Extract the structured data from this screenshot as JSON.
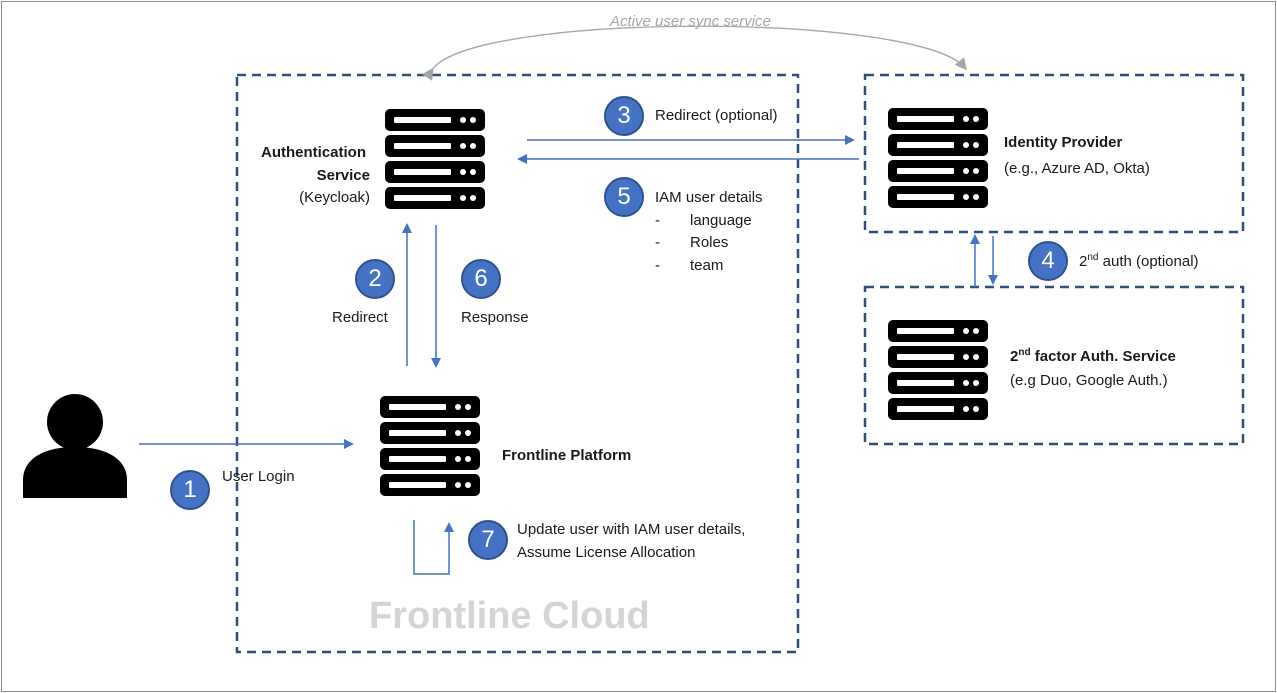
{
  "sync_label": "Active user sync service",
  "cloud_label": "Frontline Cloud",
  "auth_service": {
    "line1": "Authentication",
    "line2": "Service",
    "line3": "(Keycloak)"
  },
  "identity_provider": {
    "title": "Identity Provider",
    "subtitle": "(e.g., Azure AD, Okta)"
  },
  "second_factor": {
    "title_num": "2",
    "title_sup": "nd",
    "title_rest": " factor Auth. Service",
    "subtitle": "(e.g Duo, Google Auth.)"
  },
  "frontline_platform": "Frontline Platform",
  "steps": {
    "s1": {
      "num": "1",
      "label": "User Login"
    },
    "s2": {
      "num": "2",
      "label": "Redirect"
    },
    "s3": {
      "num": "3",
      "label": "Redirect (optional)"
    },
    "s4": {
      "num": "4",
      "label_num": "2",
      "label_sup": "nd",
      "label_rest": " auth (optional)"
    },
    "s5": {
      "num": "5",
      "label": "IAM user details",
      "items": [
        "language",
        "Roles",
        "team"
      ],
      "bullet": "-"
    },
    "s6": {
      "num": "6",
      "label": "Response"
    },
    "s7": {
      "num": "7",
      "line1": "Update user with IAM user details,",
      "line2": "Assume License Allocation"
    }
  },
  "colors": {
    "arrow": "#4472c4",
    "box_border": "#2e4e7e",
    "badge_fill": "#4472c4",
    "sync_arc": "#a6a6a6"
  },
  "icons": [
    "user-icon",
    "server-icon"
  ]
}
